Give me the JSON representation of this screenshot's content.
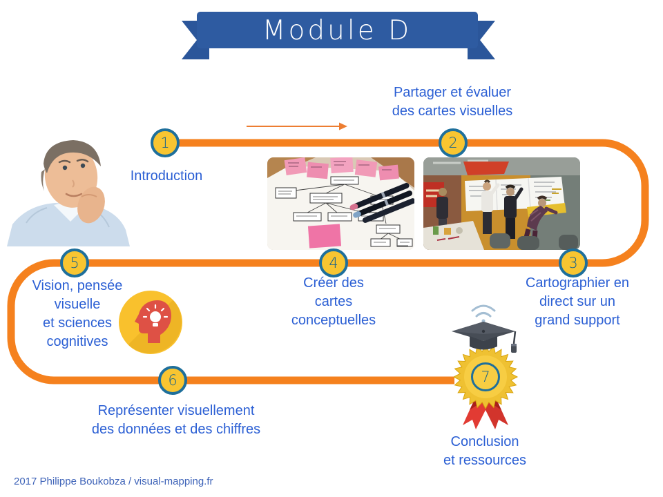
{
  "banner": {
    "title": "Module D",
    "color": "#2E5BA1"
  },
  "steps": {
    "s1": {
      "num": "1",
      "lines": [
        "Introduction"
      ]
    },
    "s2": {
      "num": "2",
      "lines": [
        "Partager et évaluer",
        "des cartes visuelles"
      ]
    },
    "s3": {
      "num": "3",
      "lines": [
        "Cartographier en",
        "direct sur un",
        "grand support"
      ]
    },
    "s4": {
      "num": "4",
      "lines": [
        "Créer des",
        "cartes",
        "conceptuelles"
      ]
    },
    "s5": {
      "num": "5",
      "lines": [
        "Vision, pensée",
        "visuelle",
        "et sciences",
        "cognitives"
      ]
    },
    "s6": {
      "num": "6",
      "lines": [
        "Représenter visuellement",
        "des données et des chiffres"
      ]
    },
    "s7": {
      "num": "7",
      "lines": [
        "Conclusion",
        "et ressources"
      ]
    }
  },
  "footer": {
    "credit": "2017 Philippe Boukobza /  visual-mapping.fr"
  },
  "colors": {
    "path_orange": "#F5811E",
    "arrow_orange": "#ED7D31",
    "circle_fill": "#F8C531",
    "circle_ring": "#1E6F9B",
    "label_text": "#2B5FD4",
    "banner_blue": "#2E5BA1",
    "footer_text": "#3E63B8"
  },
  "icons": {
    "arrow": "right-arrow",
    "step5": "head-lightbulb",
    "step7_top": "graduation-cap-wifi",
    "step7_badge": "award-rosette-ribbon"
  }
}
